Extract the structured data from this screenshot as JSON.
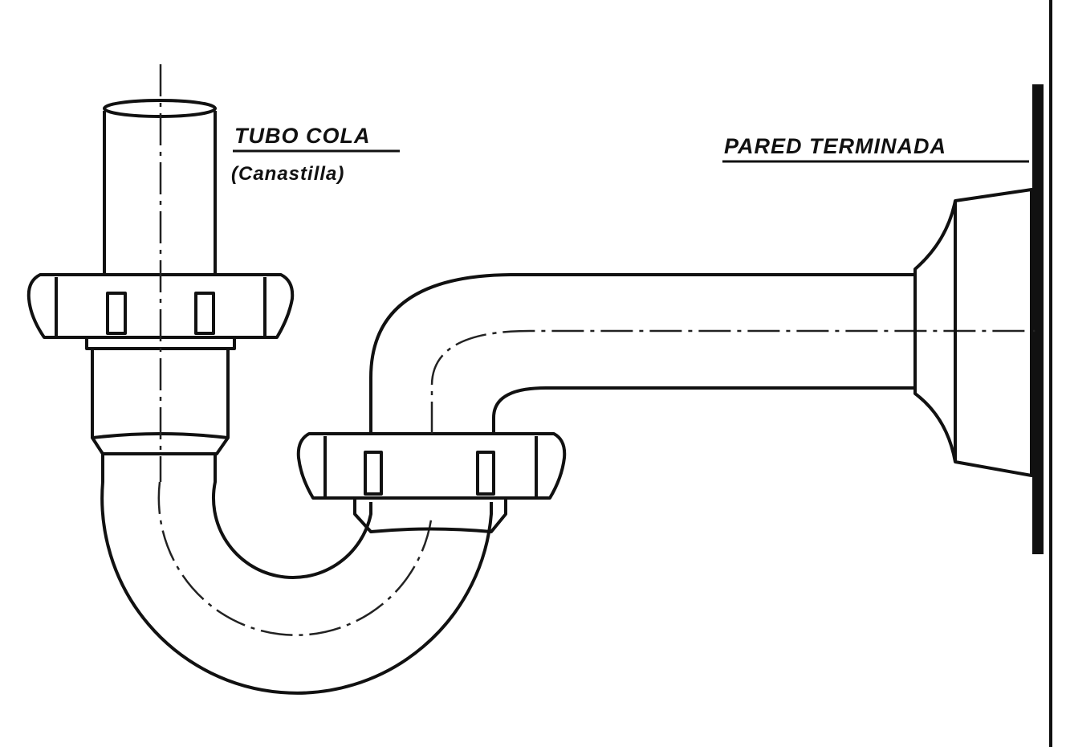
{
  "labels": {
    "tail_pipe": "TUBO COLA",
    "tail_pipe_sub": "(Canastilla)",
    "finished_wall": "PARED TERMINADA"
  },
  "colors": {
    "ink": "#111111",
    "paper": "#ffffff"
  }
}
